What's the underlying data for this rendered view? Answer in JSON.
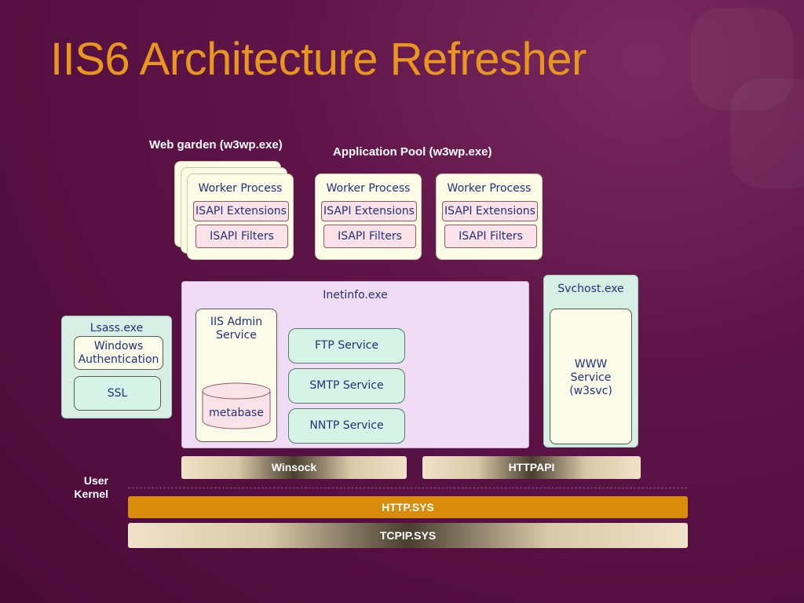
{
  "title": "IIS6 Architecture Refresher",
  "labels": {
    "web_garden": "Web garden (w3wp.exe)",
    "app_pool": "Application Pool (w3wp.exe)",
    "user": "User",
    "kernel": "Kernel"
  },
  "worker_process": {
    "title": "Worker Process",
    "isapi_ext": "ISAPI Extensions",
    "isapi_filters": "ISAPI Filters"
  },
  "inetinfo": {
    "title": "Inetinfo.exe",
    "iis_admin": "IIS Admin Service",
    "metabase": "metabase",
    "services": [
      "FTP Service",
      "SMTP Service",
      "NNTP Service"
    ]
  },
  "svchost": {
    "title": "Svchost.exe",
    "www_service": "WWW Service (w3svc)"
  },
  "lsass": {
    "title": "Lsass.exe",
    "windows_auth": "Windows Authentication",
    "ssl": "SSL"
  },
  "bars": {
    "winsock": "Winsock",
    "httpapi": "HTTPAPI",
    "http_sys": "HTTP.SYS",
    "tcpip_sys": "TCPIP.SYS"
  },
  "colors": {
    "title": "#e8961e",
    "background": "#5e1448",
    "http_sys": "#d88c0a"
  }
}
